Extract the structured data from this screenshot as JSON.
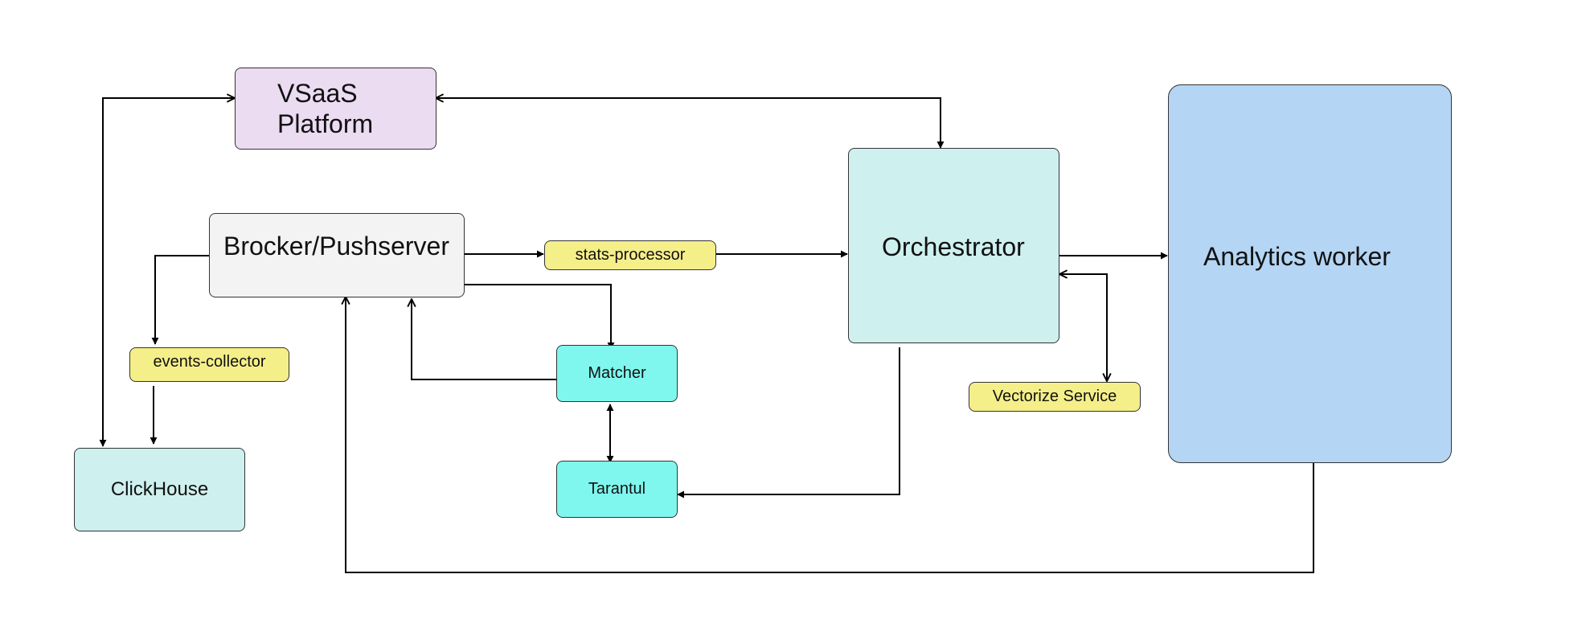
{
  "colors": {
    "vsaas": "#ebdcf2",
    "broker": "#f3f3f3",
    "teal_light": "#cef0ee",
    "cyan": "#7ff7ee",
    "blue": "#b4d5f4",
    "yellow": "#f5ef8a",
    "line": "#000000"
  },
  "nodes": {
    "vsaas_line1": "VSaaS",
    "vsaas_line2": "Platform",
    "broker": "Brocker/Pushserver",
    "stats_processor": "stats-processor",
    "orchestrator": "Orchestrator",
    "analytics_worker": "Analytics worker",
    "events_collector": "events-collector",
    "matcher": "Matcher",
    "tarantul": "Tarantul",
    "clickhouse": "ClickHouse",
    "vectorize": "Vectorize Service"
  }
}
